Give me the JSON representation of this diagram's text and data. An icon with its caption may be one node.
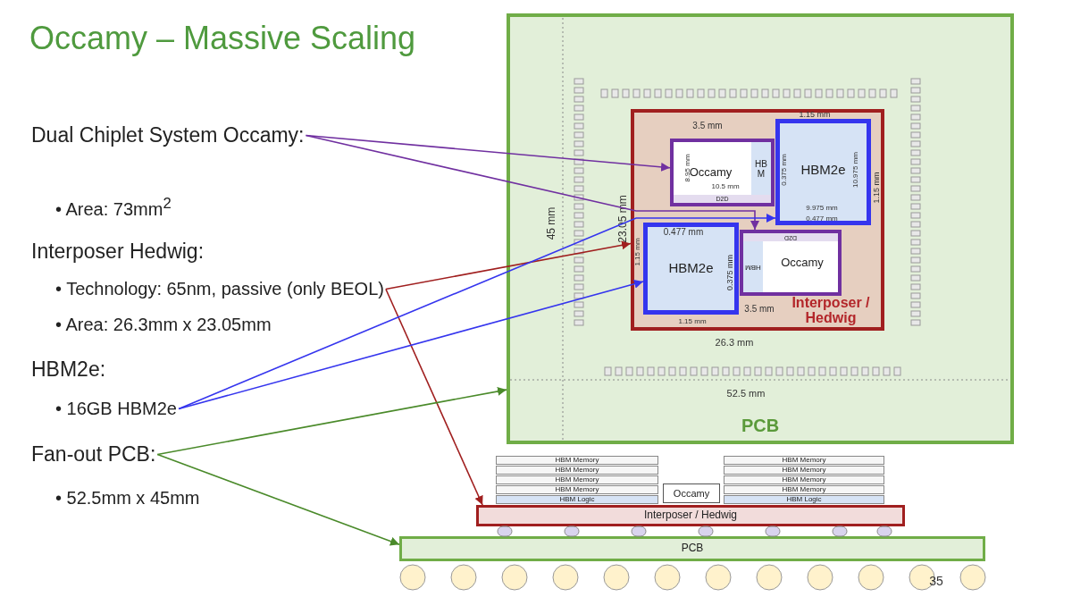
{
  "diagram": {
    "title": "Occamy – Massive Scaling",
    "nodes": [
      {
        "text": [
          "Dual Chiplet System Occamy:"
        ]
      },
      {
        "text": [
          "• Technology: 65nm, passive (only BEOL)"
        ]
      },
      {
        "text": [
          "• 16GB HBM2e"
        ]
      },
      {
        "text": [
          "Fan-out PCB:"
        ]
      },
      {
        "text": [
          "PCB"
        ]
      },
      {
        "text": [
          "Interposer / Hedwig"
        ],
        "in": 4
      },
      {
        "text": [
          "Occamy"
        ],
        "in": 5
      },
      {
        "text": [
          "HB M"
        ],
        "in": 6
      },
      {
        "text": [
          "D2D"
        ],
        "in": 6
      },
      {
        "text": [
          "HBM2e"
        ],
        "in": 5
      },
      {
        "text": [
          "HBM2e"
        ],
        "in": 5
      },
      {
        "text": [
          "Occamy"
        ],
        "in": 5
      },
      {
        "text": [
          "HBM"
        ],
        "in": 11
      },
      {
        "text": [
          "D2D"
        ],
        "in": 11
      },
      {
        "text": [
          "HBM Memory"
        ]
      },
      {
        "text": [
          "HBM Memory"
        ]
      },
      {
        "text": [
          "HBM Memory"
        ]
      },
      {
        "text": [
          "HBM Memory"
        ]
      },
      {
        "text": [
          "HBM Logic"
        ]
      },
      {
        "text": [
          "HBM Memory"
        ]
      },
      {
        "text": [
          "HBM Memory"
        ]
      },
      {
        "text": [
          "HBM Memory"
        ]
      },
      {
        "text": [
          "HBM Memory"
        ]
      },
      {
        "text": [
          "HBM Logic"
        ]
      },
      {
        "text": [
          "Occamy"
        ]
      },
      {
        "text": [
          "Interposer / Hedwig"
        ]
      },
      {
        "text": [
          "PCB"
        ]
      }
    ],
    "edges": [
      {
        "from": 0,
        "to": 6,
        "arrow": "to",
        "color": "#7030a0"
      },
      {
        "from": 0,
        "to": 11,
        "arrow": "to",
        "color": "#7030a0"
      },
      {
        "from": 1,
        "to": 5,
        "arrow": "to",
        "color": "#a01f1f"
      },
      {
        "from": 1,
        "to": 25,
        "arrow": "to",
        "color": "#a01f1f"
      },
      {
        "from": 2,
        "to": 9,
        "arrow": "to",
        "color": "#3535ee"
      },
      {
        "from": 2,
        "to": 10,
        "arrow": "to",
        "color": "#3535ee"
      },
      {
        "from": 3,
        "to": 4,
        "arrow": "to",
        "color": "#4a8a2a"
      },
      {
        "from": 3,
        "to": 26,
        "arrow": "to",
        "color": "#4a8a2a"
      }
    ],
    "labels": [
      "• Area: 73mm$^{2}$",
      "Interposer Hedwig:",
      "• Area: 26.3mm x 23.05mm",
      "HBM2e:",
      "• 52.5mm x 45mm",
      "45 mm",
      "3.5 mm",
      "1.15 mm",
      "8.95 mm",
      "10.5 mm",
      "10.975 mm",
      "1.15 mm",
      "0.375 mm",
      "9.975 mm",
      "23.05 mm",
      "0.477 mm",
      "0.477 mm",
      "0.375 mm",
      "1.15 mm",
      "3.5 mm",
      "1.15 mm",
      "26.3 mm",
      "52.5 mm",
      "35"
    ]
  }
}
